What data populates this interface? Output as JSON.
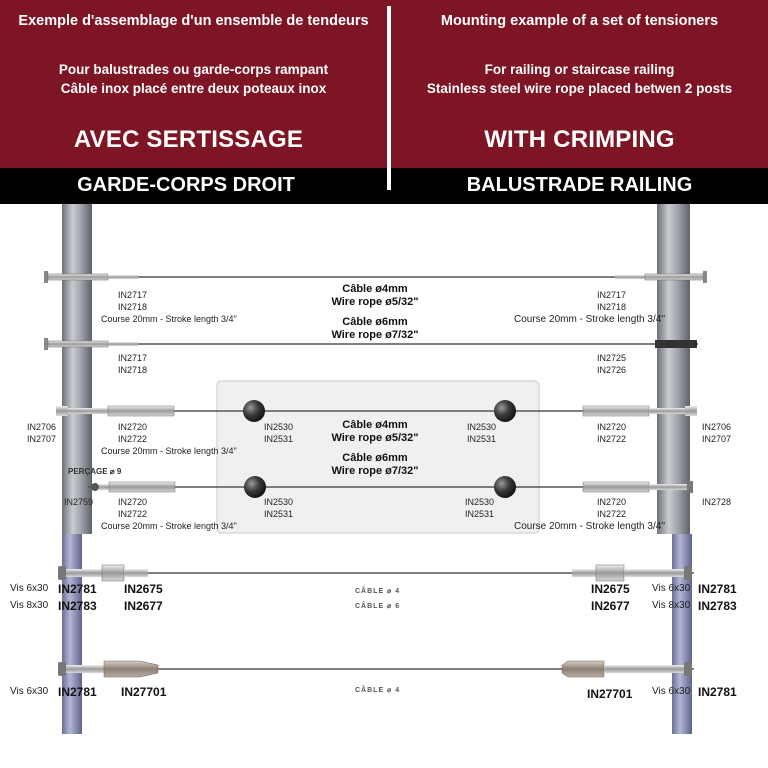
{
  "header": {
    "fr_title": "Exemple d'assemblage d'un ensemble de tendeurs",
    "fr_line1": "Pour balustrades ou garde-corps rampant",
    "fr_line2": "Câble inox placé entre deux poteaux inox",
    "fr_method": "AVEC SERTISSAGE",
    "fr_type": "GARDE-CORPS DROIT",
    "en_title": "Mounting  example of a set of tensioners",
    "en_line1": "For railing or staircase railing",
    "en_line2": "Stainless steel wire rope placed betwen 2 posts",
    "en_method": "WITH CRIMPING",
    "en_type": "BALUSTRADE RAILING"
  },
  "cable_labels": {
    "c4_fr": "Câble ø4mm",
    "c4_en": "Wire rope ø5/32\"",
    "c6_fr": "Câble ø6mm",
    "c6_en": "Wire rope ø7/32\""
  },
  "refs": {
    "in2717": "IN2717",
    "in2718": "IN2718",
    "in2725": "IN2725",
    "in2726": "IN2726",
    "in2706": "IN2706",
    "in2707": "IN2707",
    "in2720": "IN2720",
    "in2722": "IN2722",
    "in2530": "IN2530",
    "in2531": "IN2531",
    "in2759": "IN2759",
    "in2728": "IN2728",
    "in2781": "IN2781",
    "in2783": "IN2783",
    "in2675": "IN2675",
    "in2677": "IN2677",
    "in27701": "IN27701"
  },
  "course_label": "Course 20mm - Stroke length 3/4\"",
  "course_label_right": "Course 20mm - Stroke length 3/4''",
  "percage": "PERÇAGE ⌀ 9",
  "vis_6x30": "Vis 6x30",
  "vis_8x30": "Vis 8x30",
  "small_cable_4": "CÂBLE ⌀ 4",
  "small_cable_6": "CÂBLE ⌀ 6",
  "colors": {
    "banner": "#7e1525",
    "bar": "#000000",
    "post": "#9ea1a8",
    "post_bottom": "#8a8fb4"
  }
}
